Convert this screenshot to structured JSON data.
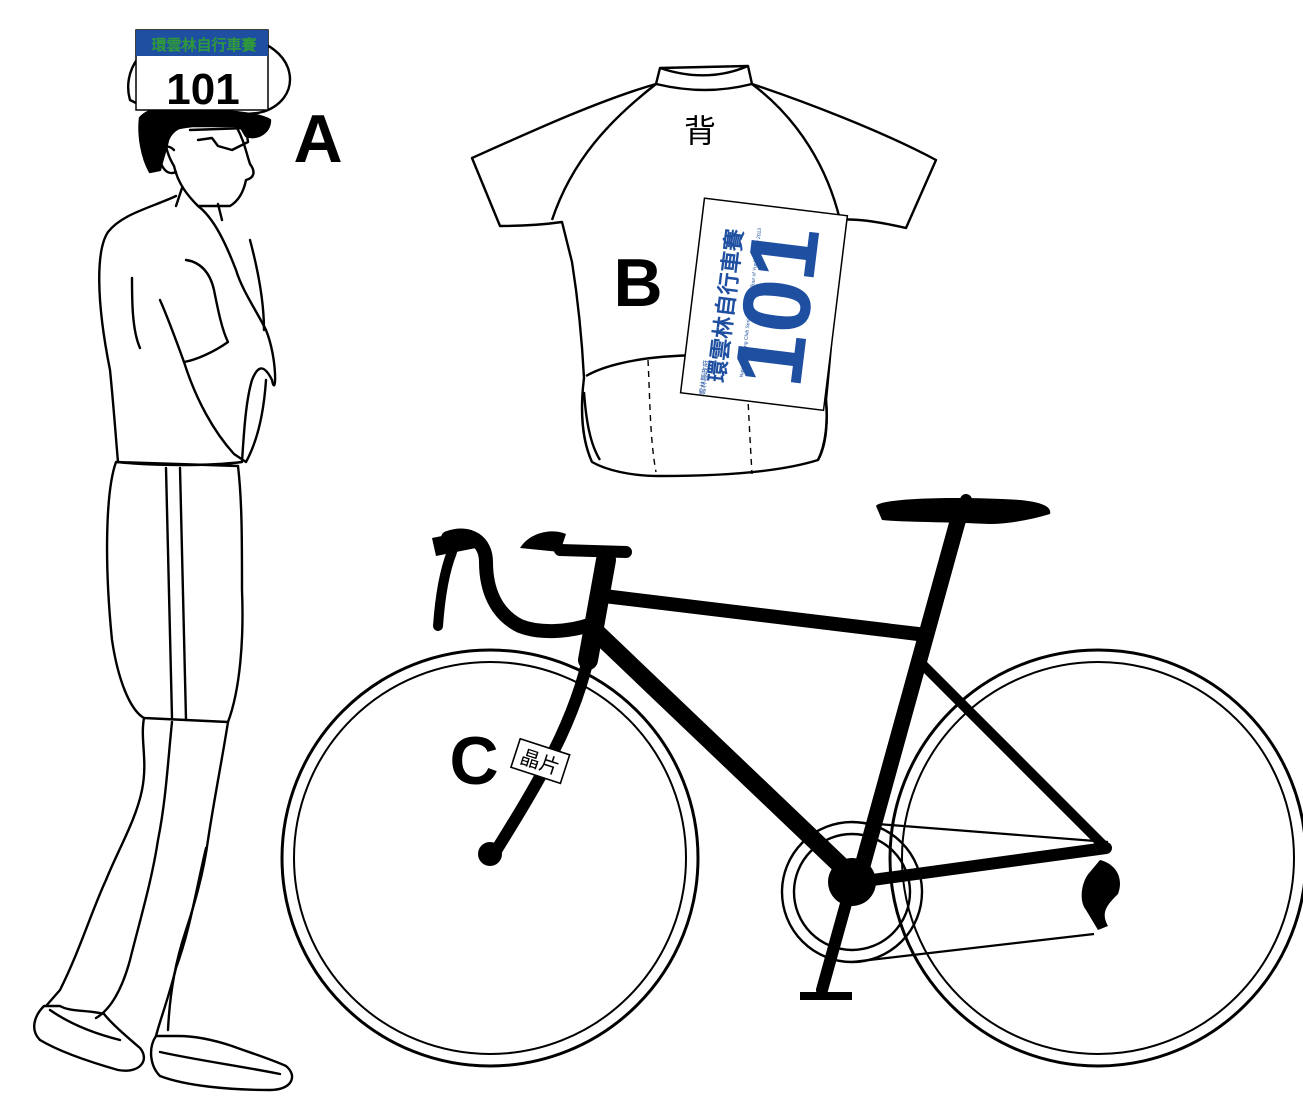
{
  "labels": {
    "a": "A",
    "b": "B",
    "c": "C"
  },
  "jersey": {
    "back_text": "背"
  },
  "bib": {
    "number": "101",
    "event_title": "環雲林自行車賽",
    "event_subtitle": "National Cycling Club Series Stage 3-4 / Tour of Yunlin County 2013",
    "org_mark": "雲林縣政府"
  },
  "chip": {
    "text": "晶片"
  },
  "colors": {
    "line": "#000000",
    "bib_blue": "#1f4fa0",
    "title_green": "#2f9a3a",
    "background": "#ffffff"
  }
}
